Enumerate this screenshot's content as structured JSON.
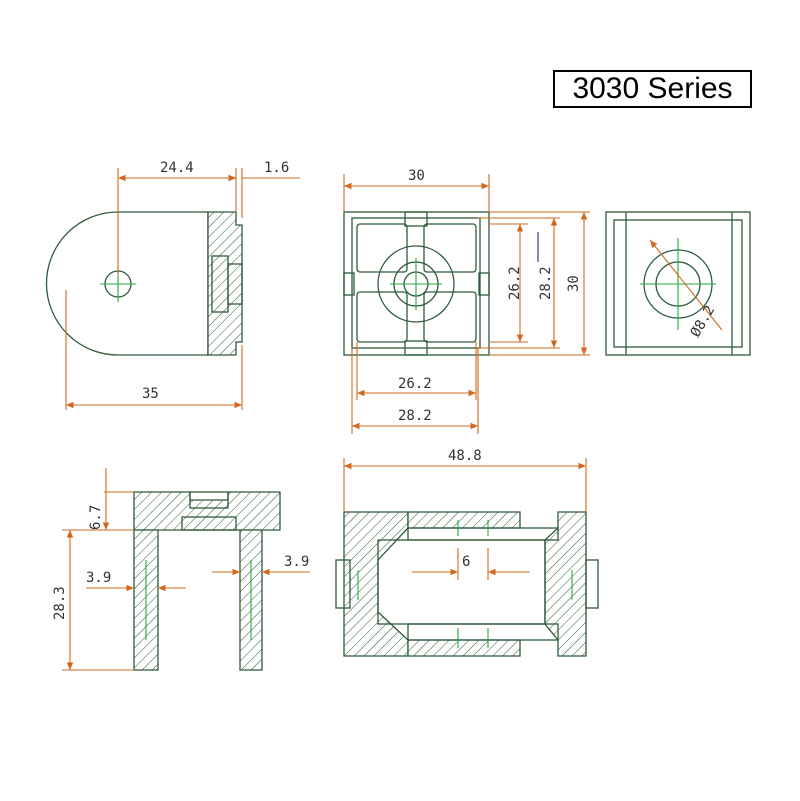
{
  "title": "3030 Series",
  "colors": {
    "outline": "#2e5b3a",
    "dimension": "#d2691e",
    "centerline": "#22a83a",
    "text": "#333333"
  },
  "dimensions": {
    "side_width": "24.4",
    "side_lip": "1.6",
    "side_length": "35",
    "front_width": "30",
    "front_inner_v": "26.2",
    "front_outer_v": "28.2",
    "front_height": "30",
    "front_inner_h": "26.2",
    "front_outer_h": "28.2",
    "hole_diameter": "Ø8.2",
    "bottom_top": "6.7",
    "bottom_height": "28.3",
    "bottom_wall_left": "3.9",
    "bottom_wall_right": "3.9",
    "plan_length": "48.8",
    "plan_slot": "6"
  }
}
